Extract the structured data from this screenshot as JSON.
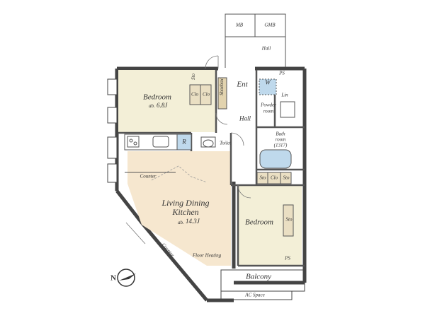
{
  "rooms": {
    "mb": "MB",
    "gmb": "GMB",
    "hall_top": "Hall",
    "ps_top": "PS",
    "ent": "Ent",
    "w": "W",
    "lin": "Lin",
    "powder": "Powder",
    "room": "room",
    "bedroom1": "Bedroom",
    "bedroom1_size": "6.8J",
    "clo1": "Clo",
    "clo2": "Clo",
    "shoebox": "Shoebox",
    "sto_small": "Sto",
    "hall_mid": "Hall",
    "bath1": "Bath",
    "bath2": "room",
    "bath3": "(1317)",
    "r": "R",
    "toilet": "Toilet",
    "sto_left": "Sto",
    "clo3": "Clo",
    "sto_right": "Sto",
    "counter_top": "Counter",
    "ldk1": "Living Dining",
    "ldk2": "Kitchen",
    "ldk_size": "14.3J",
    "bedroom2": "Bedroom",
    "sto_bed2": "Sto",
    "counter_diag": "Counter",
    "floor_heating": "Floor Heating",
    "ps_bottom": "PS",
    "balcony": "Balcony",
    "ac_space": "AC Space",
    "north": "N",
    "approx": "ab."
  },
  "colors": {
    "bedroom": "#F3EFD7",
    "ldk": "#F6E7CF",
    "wall": "#444444",
    "storage": "#C9B58B",
    "blue": "#BFD9EC"
  }
}
